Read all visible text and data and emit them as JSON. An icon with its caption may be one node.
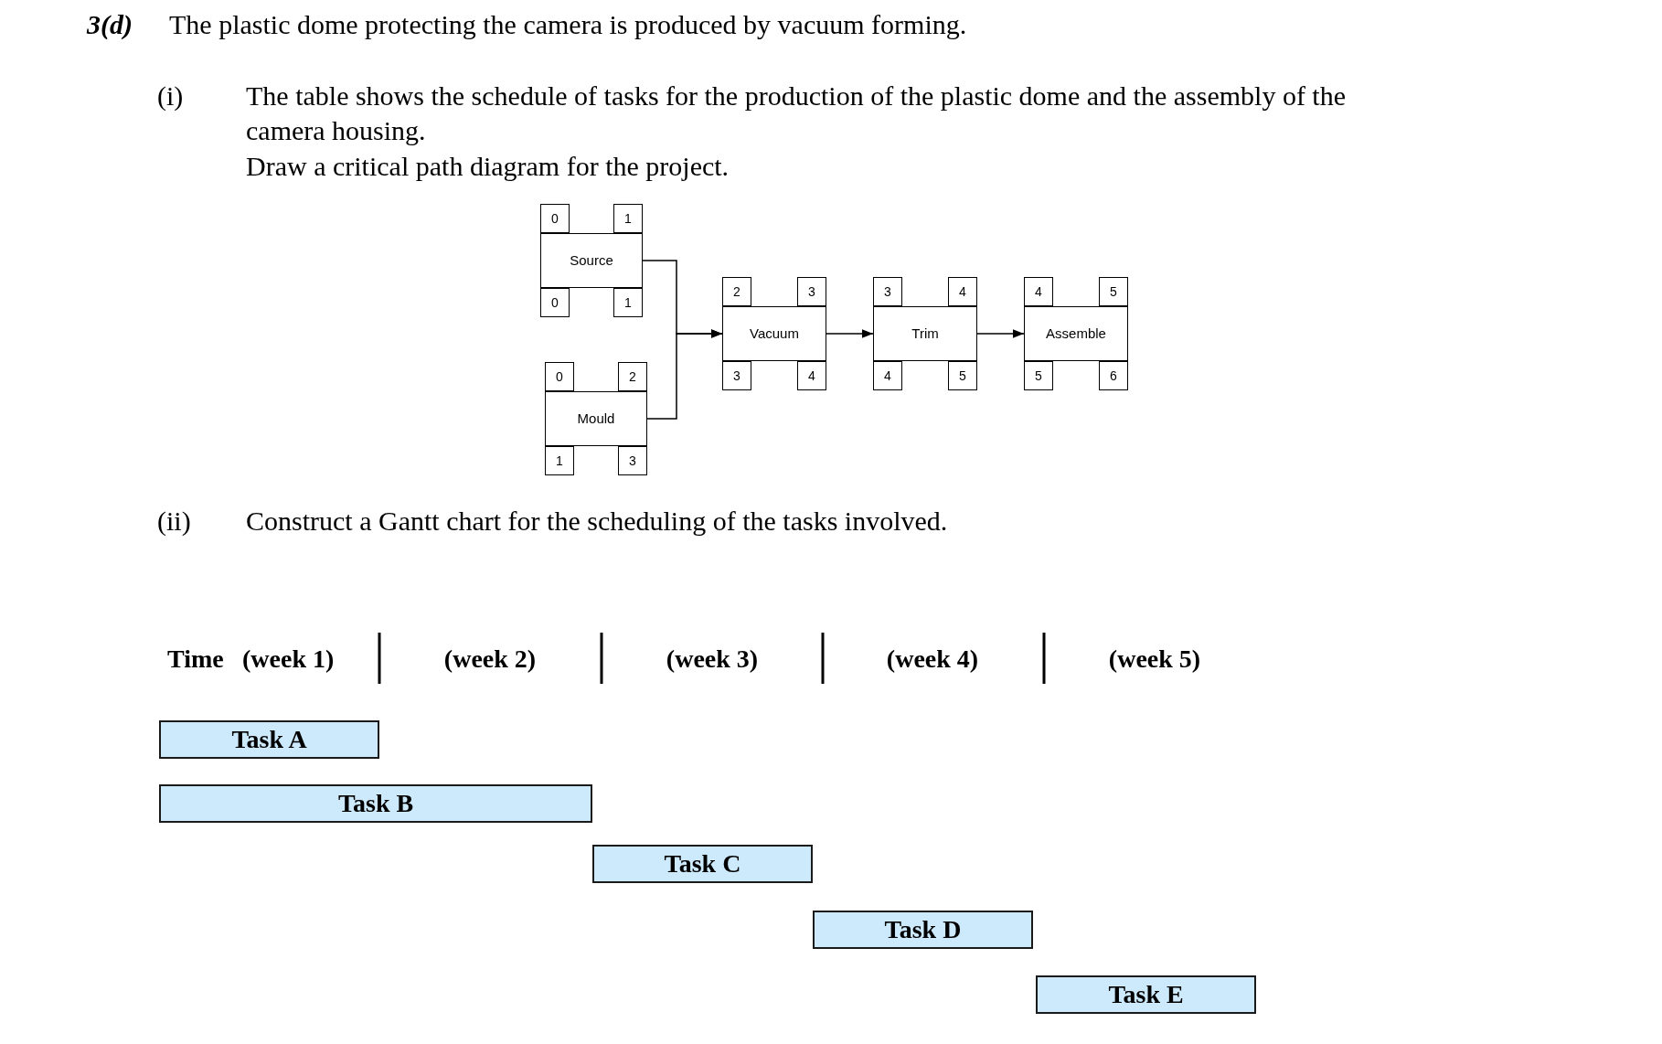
{
  "diagram": {
    "nodes": [
      {
        "text": [
          "Source"
        ]
      },
      {
        "text": [
          "0"
        ]
      },
      {
        "text": [
          "1"
        ]
      },
      {
        "text": [
          "0"
        ]
      },
      {
        "text": [
          "1"
        ]
      },
      {
        "text": [
          "Mould"
        ]
      },
      {
        "text": [
          "0"
        ]
      },
      {
        "text": [
          "2"
        ]
      },
      {
        "text": [
          "1"
        ]
      },
      {
        "text": [
          "3"
        ]
      },
      {
        "text": [
          "Vacuum"
        ]
      },
      {
        "text": [
          "2"
        ]
      },
      {
        "text": [
          "3"
        ]
      },
      {
        "text": [
          "3"
        ]
      },
      {
        "text": [
          "4"
        ]
      },
      {
        "text": [
          "Trim"
        ]
      },
      {
        "text": [
          "3"
        ]
      },
      {
        "text": [
          "4"
        ]
      },
      {
        "text": [
          "4"
        ]
      },
      {
        "text": [
          "5"
        ]
      },
      {
        "text": [
          "Assemble"
        ]
      },
      {
        "text": [
          "4"
        ]
      },
      {
        "text": [
          "5"
        ]
      },
      {
        "text": [
          "5"
        ]
      },
      {
        "text": [
          "6"
        ]
      },
      {
        "text": [
          "Task A"
        ]
      },
      {
        "text": [
          "Task B"
        ]
      },
      {
        "text": [
          "Task C"
        ]
      },
      {
        "text": [
          "Task D"
        ]
      },
      {
        "text": [
          "Task E"
        ]
      }
    ],
    "edges": [
      {
        "from": 0,
        "to": 10,
        "arrow": "to"
      },
      {
        "from": 5,
        "to": 10,
        "arrow": "to"
      },
      {
        "from": 10,
        "to": 15,
        "arrow": "to"
      },
      {
        "from": 15,
        "to": 20,
        "arrow": "to"
      }
    ],
    "labels": [
      "3(d)",
      "The plastic dome protecting the camera is produced by vacuum forming.",
      "(i)",
      "The table shows the schedule of tasks for the production of the plastic dome and the assembly of the camera housing.",
      "Draw a critical path diagram for the project.",
      "(ii)",
      "Construct a Gantt chart for the scheduling of the tasks involved.",
      "Time",
      "(week 1)",
      "(week 2)",
      "(week 3)",
      "(week 4)",
      "(week 5)"
    ]
  }
}
